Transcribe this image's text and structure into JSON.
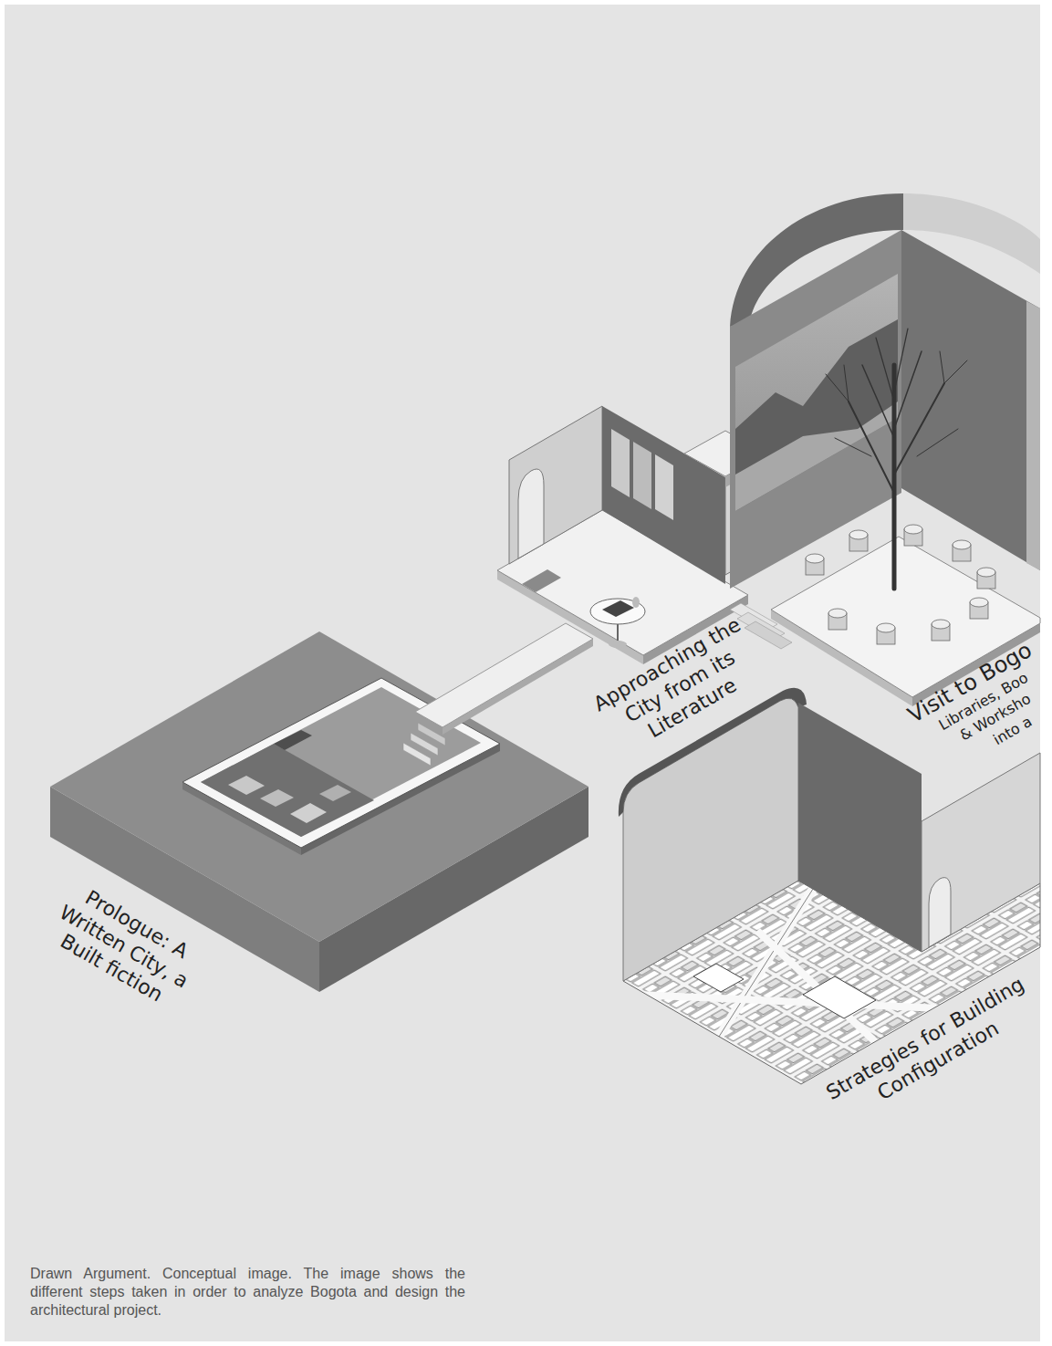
{
  "diagram": {
    "caption": "Drawn Argument. Conceptual image. The image shows the different steps taken in order to analyze Bogota and design the architectural project.",
    "labels": [
      "Prologue: A Written City, a Built fiction",
      "Approaching the City from its Literature",
      "Visit to Bogo",
      "Libraries, Boo",
      "& Worksho",
      "into a",
      "Strategies for Building Configuration"
    ]
  }
}
